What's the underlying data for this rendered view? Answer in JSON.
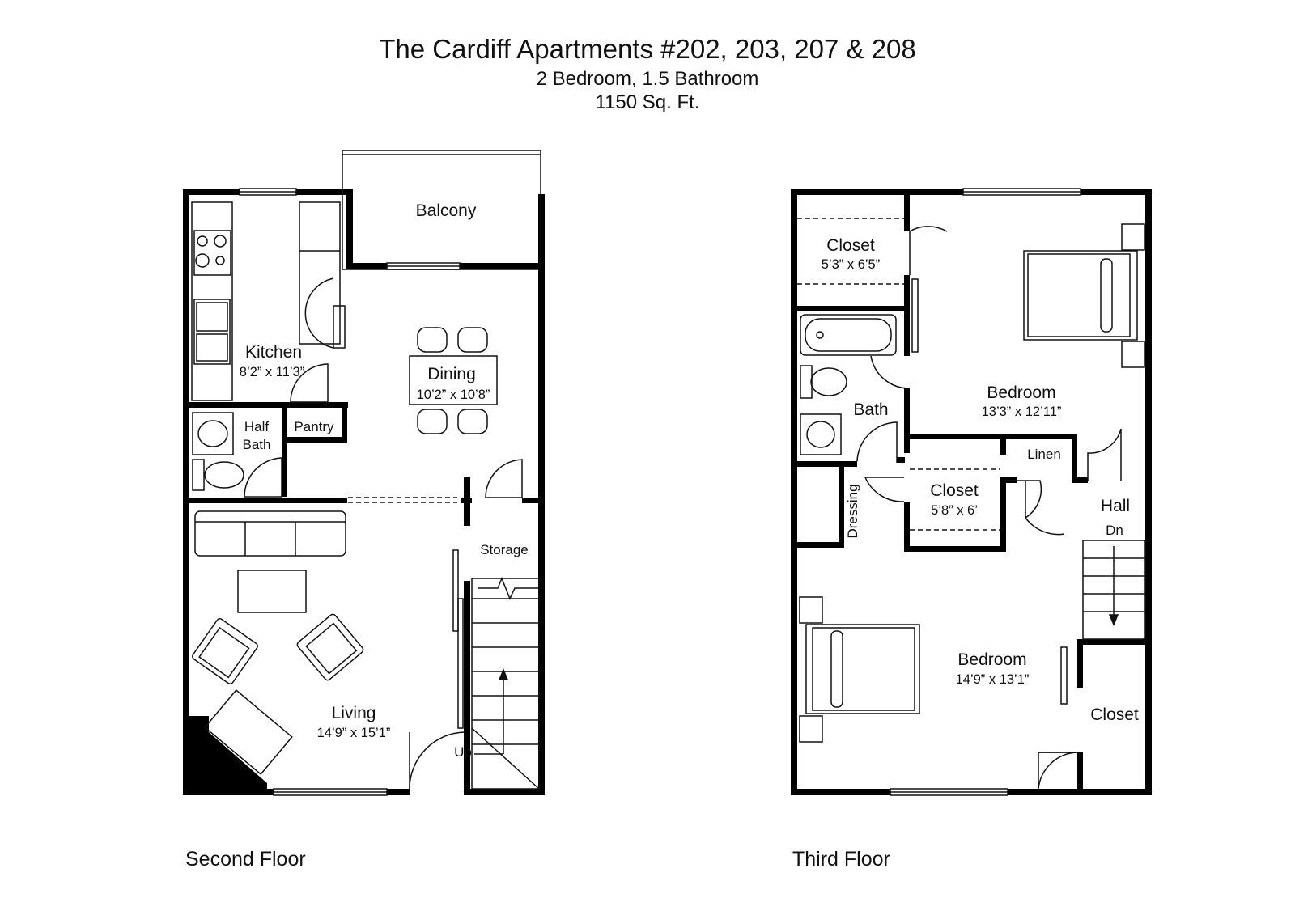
{
  "header": {
    "title": "The Cardiff Apartments #202, 203, 207 & 208",
    "subtitle": "2 Bedroom, 1.5 Bathroom",
    "area": "1150 Sq. Ft."
  },
  "floors": {
    "second": {
      "label": "Second Floor",
      "rooms": {
        "balcony": {
          "name": "Balcony"
        },
        "kitchen": {
          "name": "Kitchen",
          "dims": "8’2” x 11’3”"
        },
        "dining": {
          "name": "Dining",
          "dims": "10’2” x 10’8”"
        },
        "half_bath": {
          "name_line1": "Half",
          "name_line2": "Bath"
        },
        "pantry": {
          "name": "Pantry"
        },
        "storage": {
          "name": "Storage"
        },
        "living": {
          "name": "Living",
          "dims": "14’9” x 15’1”"
        }
      },
      "stairs_label": "Up"
    },
    "third": {
      "label": "Third Floor",
      "rooms": {
        "closet_a": {
          "name": "Closet",
          "dims": "5’3” x 6’5”"
        },
        "bath": {
          "name": "Bath"
        },
        "bedroom_main": {
          "name": "Bedroom",
          "dims": "13’3” x 12’11”"
        },
        "linen": {
          "name": "Linen"
        },
        "closet_b": {
          "name": "Closet",
          "dims": "5’8” x 6’"
        },
        "dressing": {
          "name": "Dressing"
        },
        "hall": {
          "name": "Hall"
        },
        "bedroom_second": {
          "name": "Bedroom",
          "dims": "14’9” x 13’1”"
        },
        "closet_c": {
          "name": "Closet"
        }
      },
      "stairs_label": "Dn"
    }
  },
  "colors": {
    "wall": "#000000",
    "line": "#111111",
    "background": "#ffffff"
  }
}
